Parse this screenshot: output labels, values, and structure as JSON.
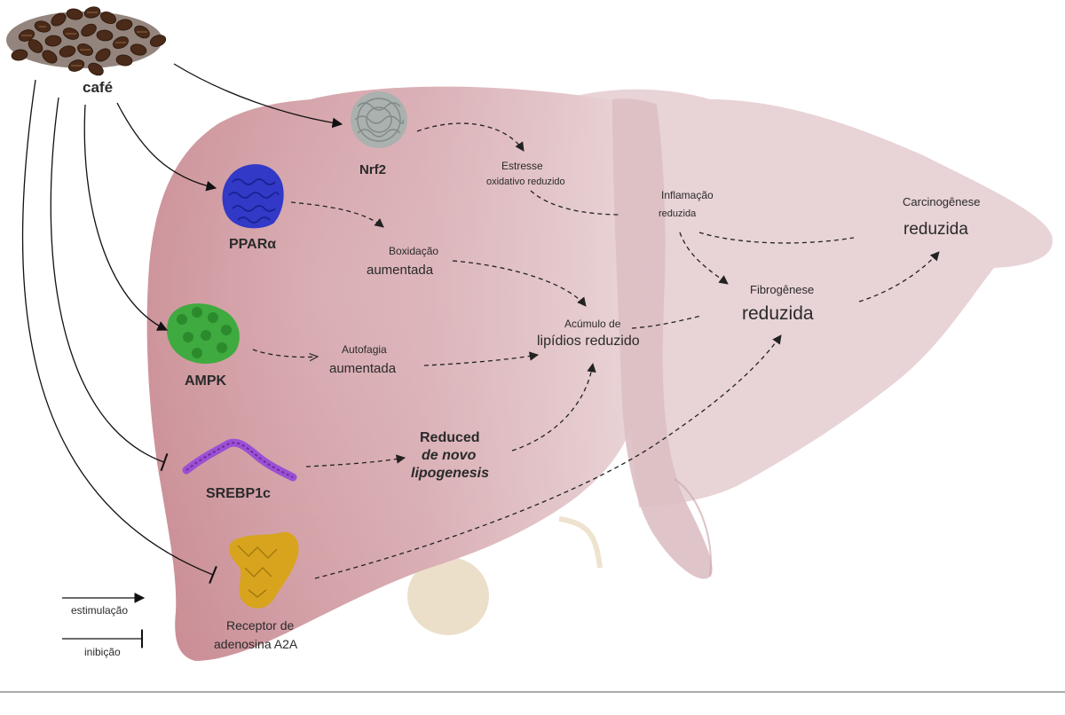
{
  "source": {
    "label": "café"
  },
  "proteins": {
    "nrf2": "Nrf2",
    "ppara": "PPARα",
    "ampk": "AMPK",
    "srebp1c": "SREBP1c",
    "a2a_line1": "Receptor de",
    "a2a_line2": "adenosina A2A"
  },
  "effects": {
    "stress_line1": "Estresse",
    "stress_line2": "oxidativo reduzido",
    "inflammation_line1": "Inflamação",
    "inflammation_line2": "reduzida",
    "betaox_line1": "Boxidação",
    "betaox_line2": "aumentada",
    "autophagy_line1": "Autofagia",
    "autophagy_line2": "aumentada",
    "lipid_line1": "Acúmulo de",
    "lipid_line2": "lipídios reduzido",
    "lipogenesis_line1": "Reduced",
    "lipogenesis_line2": "de novo",
    "lipogenesis_line3": "lipogenesis",
    "fibro_line1": "Fibrogênese",
    "fibro_line2": "reduzida",
    "carcino_line1": "Carcinogênese",
    "carcino_line2": "reduzida"
  },
  "legend": {
    "stimulation": "estimulação",
    "inhibition": "inibição"
  },
  "colors": {
    "liver_left": "#c98a92",
    "liver_right": "#e2c9cc",
    "nrf2": "#9fa8a6",
    "ppara": "#2b35c9",
    "ampk": "#3aa93a",
    "srebp1c": "#8e44c9",
    "a2a": "#d4a21c",
    "coffee": "#4a2a18"
  }
}
